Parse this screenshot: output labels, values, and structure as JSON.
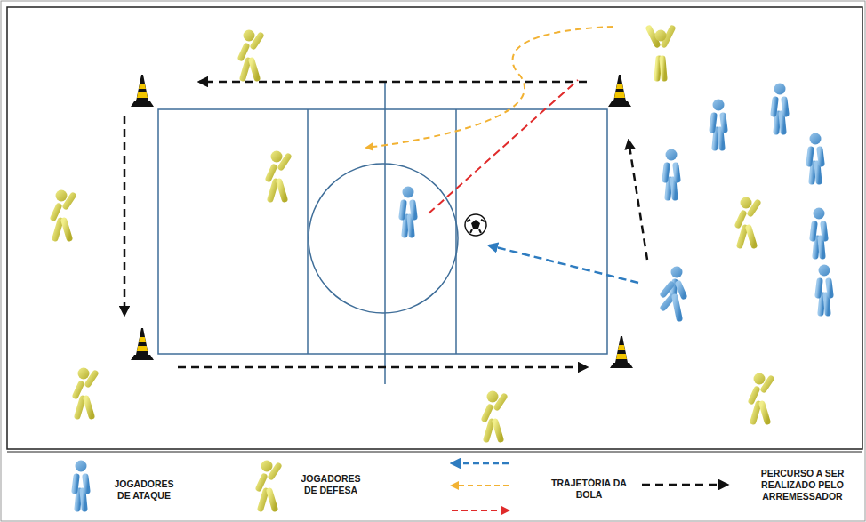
{
  "diagram": {
    "legend": [
      {
        "text": "JOGADORES DE ATAQUE"
      },
      {
        "text": "JOGADORES DE DEFESA"
      },
      {
        "text": "TRAJETÓRIA DA BOLA"
      },
      {
        "text": "PERCURSO A SER REALIZADO PELO ARREMESSADOR"
      }
    ]
  }
}
